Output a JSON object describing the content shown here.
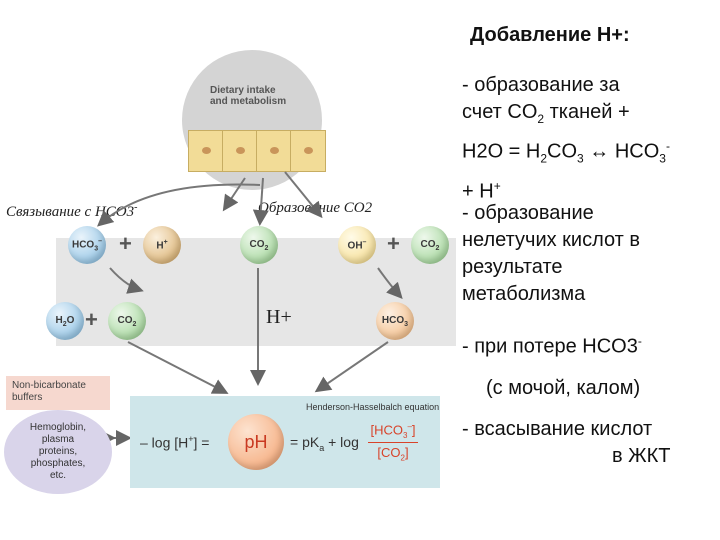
{
  "diagram": {
    "dietary_label_line1": "Dietary intake",
    "dietary_label_line2": "and metabolism",
    "label_binding": "Связывание с HCO3",
    "label_binding_sup": "-",
    "label_formation": "Образование CO2",
    "label_hplus": "H+",
    "circles": {
      "hco3_left": "HCO",
      "hco3_left_sub": "3",
      "hco3_left_sup": "–",
      "hplus": "H",
      "hplus_sup": "+",
      "co2_middle": "CO",
      "co2_middle_sub": "2",
      "oh": "OH",
      "oh_sup": "–",
      "co2_right": "CO",
      "co2_right_sub": "2",
      "h2o": "H",
      "h2o_sub": "2",
      "h2o_tail": "O",
      "co2_lower": "CO",
      "co2_lower_sub": "2",
      "hco3_right": "HCO",
      "hco3_right_sub": "3"
    },
    "plus_sign": "+",
    "non_bicarbonate_line1": "Non-bicarbonate",
    "non_bicarbonate_line2": "buffers",
    "buffers_list": [
      "Hemoglobin,",
      "plasma",
      "proteins,",
      "phosphates,",
      "etc."
    ],
    "equation_title": "Henderson-Hasselbalch equation",
    "eq_left": "– log [H",
    "eq_left_sup": "+",
    "eq_left_tail": "] =",
    "eq_ph": "pH",
    "eq_right": "= pK",
    "eq_right_sub": "a",
    "eq_right_tail": "+ log",
    "eq_num": "[HCO",
    "eq_num_sub": "3",
    "eq_num_sup": "–",
    "eq_num_tail": "]",
    "eq_den": "[CO",
    "eq_den_sub": "2",
    "eq_den_tail": "]"
  },
  "text": {
    "heading": "Добавление H+:",
    "b1_l1": "- образование за",
    "b1_l2_a": "счет CO",
    "b1_l2_sub": "2",
    "b1_l2_b": " тканей +",
    "b1_l3_a": "H2O = H",
    "b1_l3_sub1": "2",
    "b1_l3_b": "CO",
    "b1_l3_sub2": "3",
    "b1_l3_c": " ↔ HCO",
    "b1_l3_sub3": "3",
    "b1_l3_sup": "-",
    "b1_l4_a": "+ H",
    "b1_l4_sup": "+",
    "b2_l1": "- образование",
    "b2_l2": "нелетучих кислот в",
    "b2_l3": "результате",
    "b2_l4": "метаболизма",
    "b3_l1": "- при потере HCO3",
    "b3_sup": "-",
    "b3_l2": "(с мочой, калом)",
    "b4_l1": "- всасывание кислот",
    "b4_l2": "в ЖКТ"
  },
  "colors": {
    "gray_band": "#e6e6e6",
    "teal_box": "#cfe6ea",
    "pink_box": "#f6d8cf",
    "lavender_box": "#d9d4ea",
    "ph_circle": "#f6b48a",
    "eq_red": "#d8432a"
  }
}
